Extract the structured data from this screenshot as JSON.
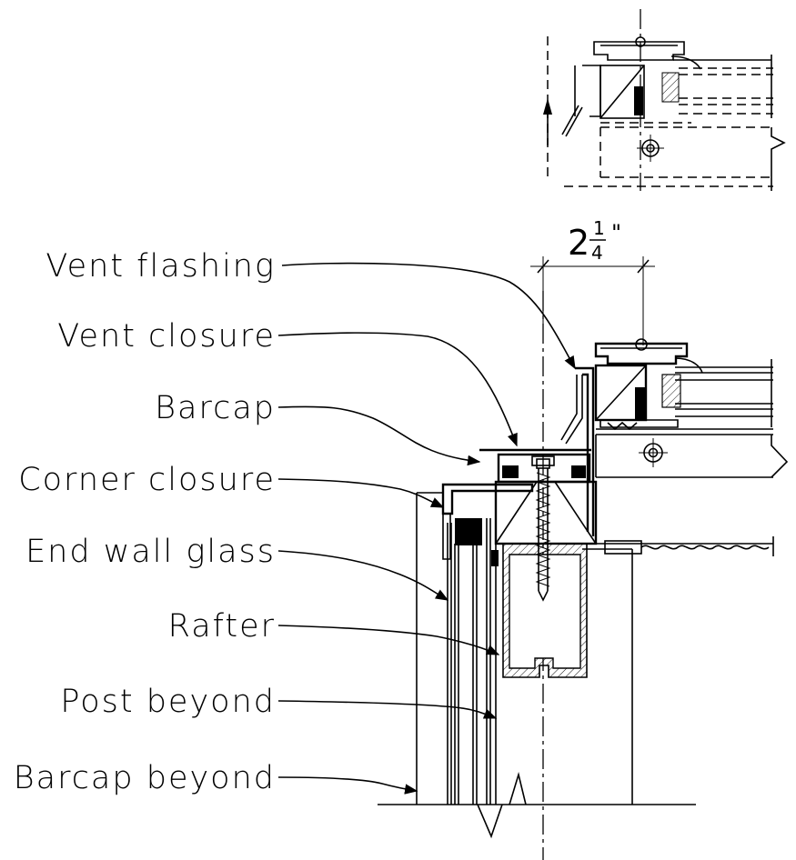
{
  "diagram": {
    "dimension_label": {
      "whole": "2",
      "numerator": "1",
      "denominator": "4",
      "unit": "\""
    },
    "callouts": [
      {
        "id": "vent-flashing",
        "label": "Vent flashing"
      },
      {
        "id": "vent-closure",
        "label": "Vent closure"
      },
      {
        "id": "barcap",
        "label": "Barcap"
      },
      {
        "id": "corner-closure",
        "label": "Corner closure"
      },
      {
        "id": "end-wall-glass",
        "label": "End wall glass"
      },
      {
        "id": "rafter",
        "label": "Rafter"
      },
      {
        "id": "post-beyond",
        "label": "Post beyond"
      },
      {
        "id": "barcap-beyond",
        "label": "Barcap beyond"
      }
    ]
  }
}
